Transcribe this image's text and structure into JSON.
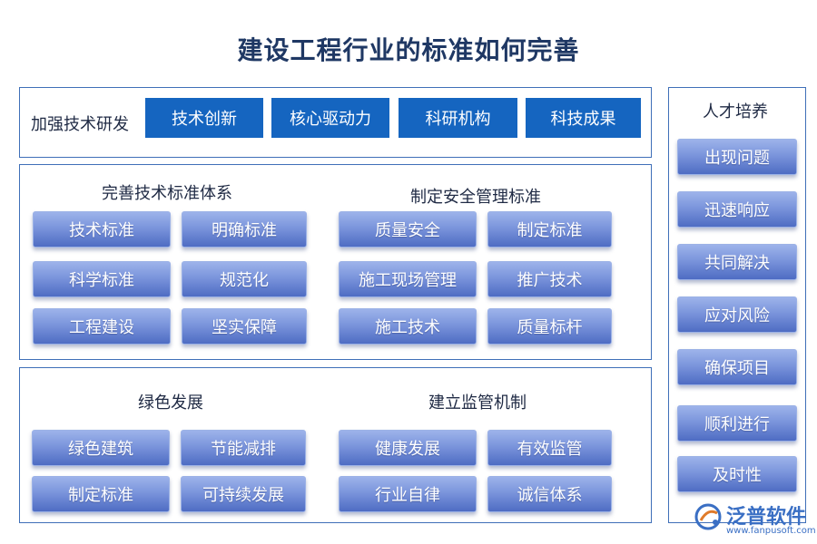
{
  "title": "建设工程行业的标准如何完善",
  "top_section": {
    "label": "加强技术研发",
    "items": [
      "技术创新",
      "核心驱动力",
      "科研机构",
      "科技成果"
    ]
  },
  "middle_section": {
    "left_group": {
      "heading": "完善技术标准体系",
      "items": [
        "技术标准",
        "明确标准",
        "科学标准",
        "规范化",
        "工程建设",
        "坚实保障"
      ]
    },
    "right_group": {
      "heading": "制定安全管理标准",
      "items": [
        "质量安全",
        "制定标准",
        "施工现场管理",
        "推广技术",
        "施工技术",
        "质量标杆"
      ]
    }
  },
  "bottom_section": {
    "left_group": {
      "heading": "绿色发展",
      "items": [
        "绿色建筑",
        "节能减排",
        "制定标准",
        "可持续发展"
      ]
    },
    "right_group": {
      "heading": "建立监管机制",
      "items": [
        "健康发展",
        "有效监管",
        "行业自律",
        "诚信体系"
      ]
    }
  },
  "side_section": {
    "heading": "人才培养",
    "items": [
      "出现问题",
      "迅速响应",
      "共同解决",
      "应对风险",
      "确保项目",
      "顺利进行",
      "及时性"
    ]
  },
  "logo": {
    "name": "泛普软件",
    "url": "www.fanpusoft.com",
    "icon": "fanpu-logo-icon",
    "color": "#3a6fc4"
  },
  "colors": {
    "solid_button": "#1565c0",
    "panel_border": "#3f6fb8",
    "gradient_button": "#7b95dc",
    "title": "#1f3864"
  }
}
